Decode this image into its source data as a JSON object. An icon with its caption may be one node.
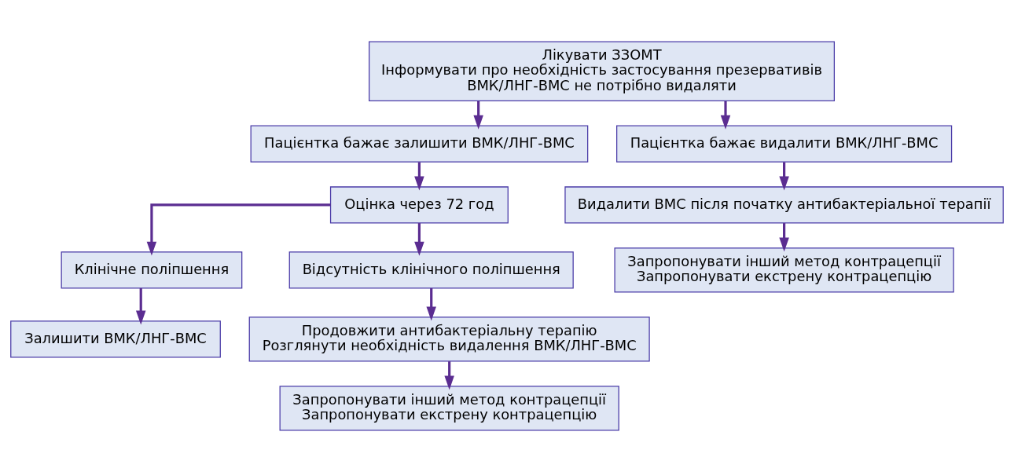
{
  "diagram": {
    "nodes": [
      {
        "text": [
          "Лікувати ЗЗОМТ",
          "Інформувати про необхідність застосування презервативів",
          "ВМК/ЛНГ-ВМС не потрібно видаляти"
        ]
      },
      {
        "text": [
          "Пацієнтка бажає залишити ВМК/ЛНГ-ВМС"
        ]
      },
      {
        "text": [
          "Пацієнтка бажає видалити ВМК/ЛНГ-ВМС"
        ]
      },
      {
        "text": [
          "Оцінка через 72 год"
        ]
      },
      {
        "text": [
          "Видалити ВМС після початку антибактеріальної терапії"
        ]
      },
      {
        "text": [
          "Клінічне поліпшення"
        ]
      },
      {
        "text": [
          "Відсутність клінічного поліпшення"
        ]
      },
      {
        "text": [
          "Запропонувати інший метод контрацепції",
          "Запропонувати екстрену контрацепцію"
        ]
      },
      {
        "text": [
          "Залишити ВМК/ЛНГ-ВМС"
        ]
      },
      {
        "text": [
          "Продовжити антибактеріальну терапію",
          "Розглянути необхідність видалення ВМК/ЛНГ-ВМС"
        ]
      },
      {
        "text": [
          "Запропонувати інший метод контрацепції",
          "Запропонувати екстрену контрацепцію"
        ]
      }
    ],
    "edges": [
      {
        "from": 0,
        "to": 1,
        "arrow": "to"
      },
      {
        "from": 0,
        "to": 2,
        "arrow": "to"
      },
      {
        "from": 1,
        "to": 3,
        "arrow": "to"
      },
      {
        "from": 2,
        "to": 4,
        "arrow": "to"
      },
      {
        "from": 3,
        "to": 5,
        "arrow": "to"
      },
      {
        "from": 3,
        "to": 6,
        "arrow": "to"
      },
      {
        "from": 4,
        "to": 7,
        "arrow": "to"
      },
      {
        "from": 5,
        "to": 8,
        "arrow": "to"
      },
      {
        "from": 6,
        "to": 9,
        "arrow": "to"
      },
      {
        "from": 9,
        "to": 10,
        "arrow": "to"
      }
    ]
  }
}
